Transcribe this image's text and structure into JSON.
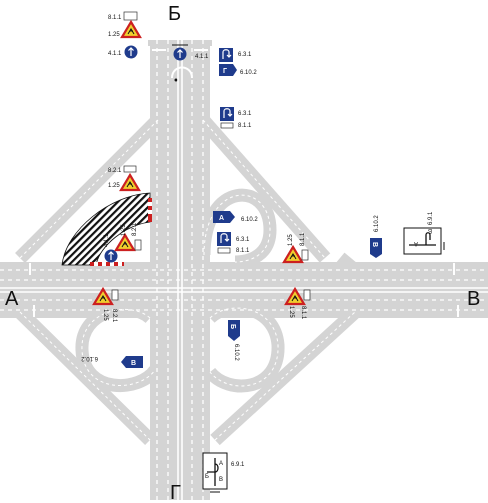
{
  "directions": {
    "west": "А",
    "north": "Б",
    "east": "В",
    "south": "Г"
  },
  "sign_codes": {
    "c_811": "8.1.1",
    "c_125": "1.25",
    "c_411": "4.1.1",
    "c_631": "6.3.1",
    "c_6102": "6.10.2",
    "c_821": "8.2.1",
    "c_691": "6.9.1"
  },
  "sign_letters": {
    "a": "А",
    "b": "Б",
    "v": "В",
    "g": "Г"
  },
  "colors": {
    "road": "#d4d4d4",
    "marking": "#ffffff",
    "sign_blue": "#1f3b8c",
    "warning_red": "#cc2020",
    "warning_yellow": "#f0cf2e"
  },
  "icons": [
    "u-turn-arrow-icon",
    "straight-arrow-icon",
    "road-works-icon",
    "roundabout-scheme-icon"
  ]
}
